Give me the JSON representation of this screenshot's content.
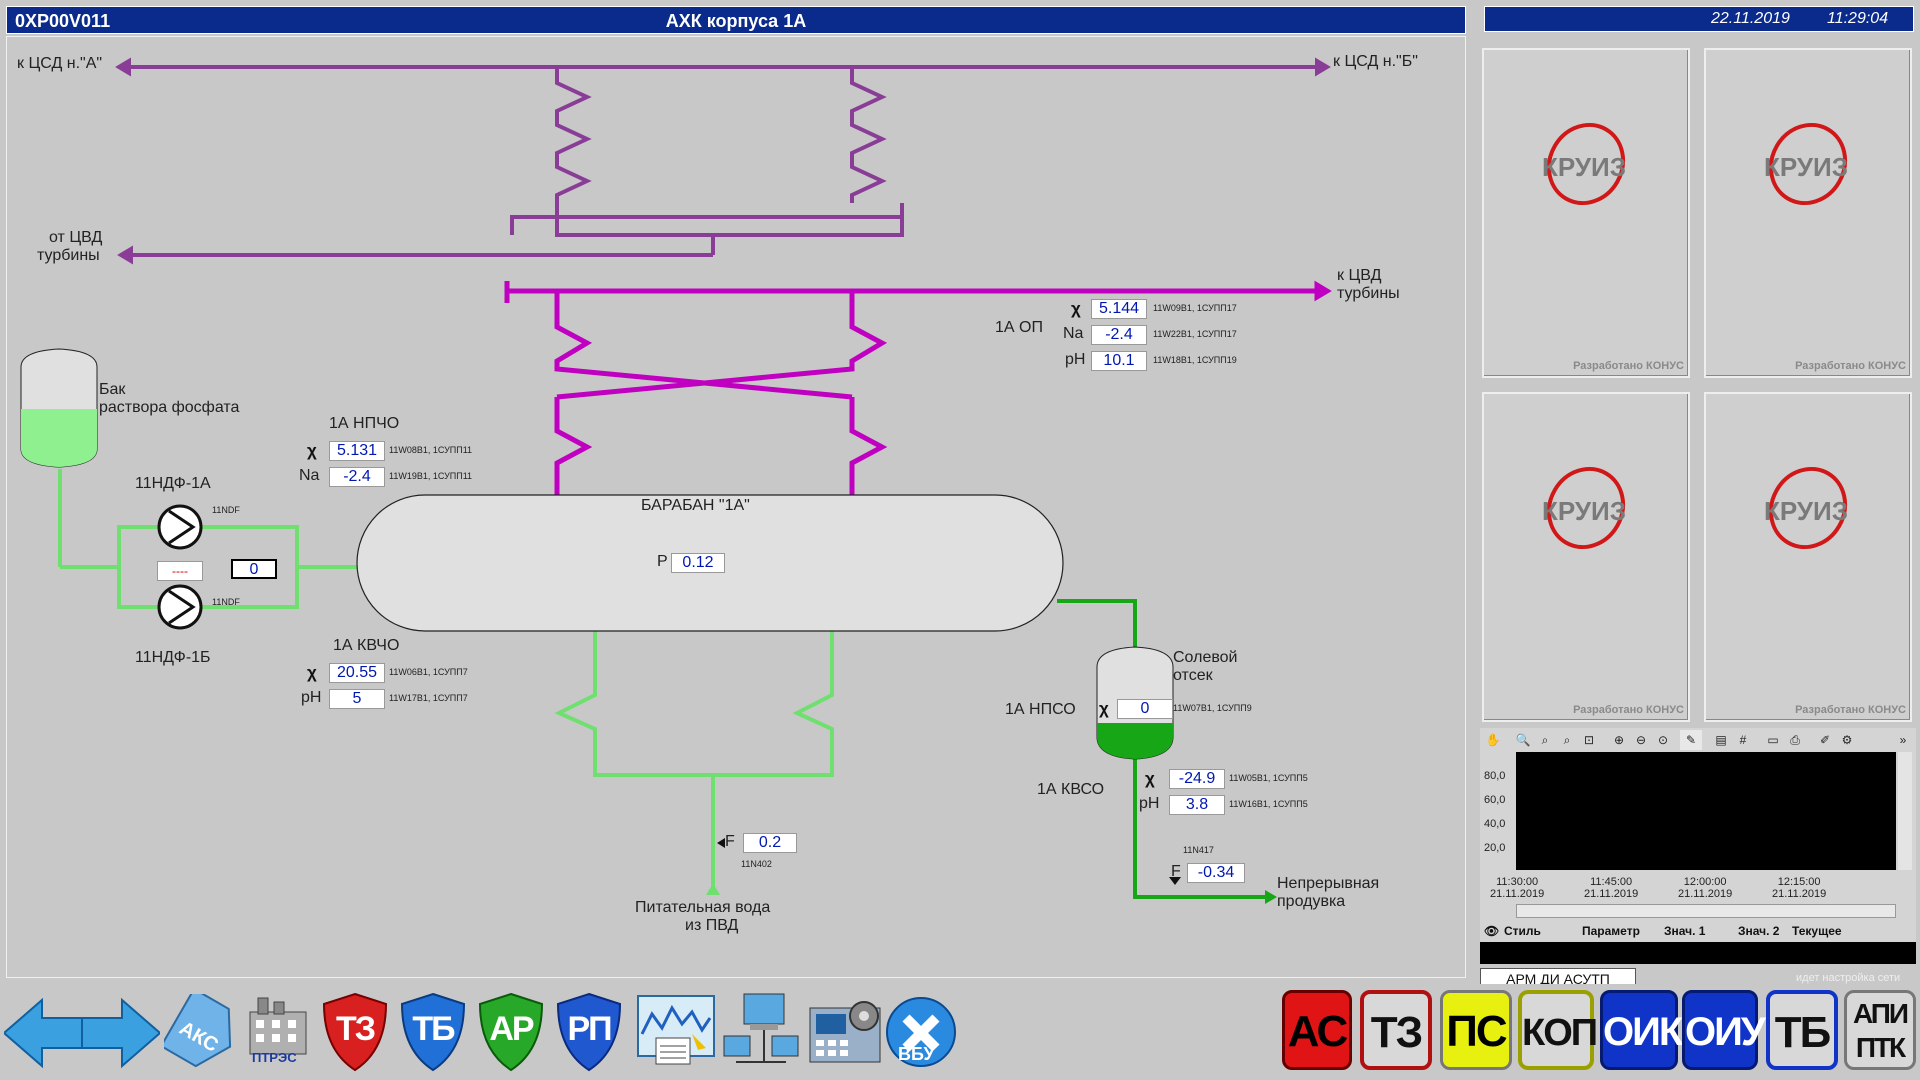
{
  "header": {
    "code": "0XP00V011",
    "title": "АХК корпуса 1А",
    "date": "22.11.2019",
    "time": "11:29:04"
  },
  "diagram": {
    "to_csd_a": "к ЦСД н.\"А\"",
    "to_csd_b": "к ЦСД н.\"Б\"",
    "from_cvd_l1": "от ЦВД",
    "from_cvd_l2": "турбины",
    "to_cvd_l1": "к ЦВД",
    "to_cvd_l2": "турбины",
    "tank_l1": "Бак",
    "tank_l2": "раствора фосфата",
    "pump_a": "11НДФ-1А",
    "pump_b": "11НДФ-1Б",
    "pump_tag_a": "11NDF",
    "pump_tag_b": "11NDF",
    "pump_status": "----",
    "pump_value": "0",
    "drum_title": "БАРАБАН \"1А\"",
    "drum_p_label": "P",
    "drum_p_value": "0.12",
    "feed_l1": "Питательная вода",
    "feed_l2": "из ПВД",
    "feed_f_label": "F",
    "feed_f_value": "0.2",
    "feed_tag": "11N402",
    "salt_l1": "Солевой",
    "salt_l2": "отсек",
    "blow_l1": "Непрерывная",
    "blow_l2": "продувка",
    "blow_f_label": "F",
    "blow_f_value": "-0.34",
    "blow_tag": "11N417"
  },
  "groups": {
    "op": {
      "name": "1А ОП",
      "rows": [
        {
          "sym": "χ",
          "value": "5.144",
          "tag": "11W09B1, 1СУПП17"
        },
        {
          "sym": "Na",
          "value": "-2.4",
          "tag": "11W22B1, 1СУПП17"
        },
        {
          "sym": "pH",
          "value": "10.1",
          "tag": "11W18B1, 1СУПП19"
        }
      ]
    },
    "npcho": {
      "name": "1А НПЧО",
      "rows": [
        {
          "sym": "χ",
          "value": "5.131",
          "tag": "11W08B1, 1СУПП11"
        },
        {
          "sym": "Na",
          "value": "-2.4",
          "tag": "11W19B1, 1СУПП11"
        }
      ]
    },
    "kvcho": {
      "name": "1А КВЧО",
      "rows": [
        {
          "sym": "χ",
          "value": "20.55",
          "tag": "11W06B1, 1СУПП7"
        },
        {
          "sym": "pH",
          "value": "5",
          "tag": "11W17B1, 1СУПП7"
        }
      ]
    },
    "npso": {
      "name": "1А НПСО",
      "rows": [
        {
          "sym": "χ",
          "value": "0",
          "tag": "11W07B1, 1СУПП9"
        }
      ]
    },
    "kvso": {
      "name": "1А КВСО",
      "rows": [
        {
          "sym": "χ",
          "value": "-24.9",
          "tag": "11W05B1, 1СУПП5"
        },
        {
          "sym": "pH",
          "value": "3.8",
          "tag": "11W16B1, 1СУПП5"
        }
      ]
    }
  },
  "tiles": {
    "logo_text": "КРУИЗ",
    "credit": "Разработано КОНУС"
  },
  "trend": {
    "y_ticks": [
      "80,0",
      "60,0",
      "40,0",
      "20,0"
    ],
    "x_ticks": [
      {
        "time": "11:30:00",
        "date": "21.11.2019"
      },
      {
        "time": "11:45:00",
        "date": "21.11.2019"
      },
      {
        "time": "12:00:00",
        "date": "21.11.2019"
      },
      {
        "time": "12:15:00",
        "date": "21.11.2019"
      }
    ],
    "columns": [
      "Стиль",
      "Параметр",
      "Знач. 1",
      "Знач. 2",
      "Текущее"
    ],
    "arm_label": "АРМ ДИ АСУТП",
    "net_status": "идет настройка сети"
  },
  "bottom": {
    "aks": "АКС",
    "ptrs": "ПТРЭС",
    "tz": "ТЗ",
    "tb": "ТБ",
    "ar": "АР",
    "rp": "РП",
    "vbu": "ВБУ",
    "right": {
      "as": "АС",
      "tz": "ТЗ",
      "ps": "ПС",
      "kop": "КОП",
      "oik": "ОИК",
      "oiu": "ОИУ",
      "tb": "ТБ",
      "api1": "АПИ",
      "api2": "ПТК"
    }
  },
  "colors": {
    "header_bg": "#0a2a8c",
    "purple_pipe": "#8a3d96",
    "magenta_pipe": "#c000c0",
    "green_pipe": "#6fe06f",
    "dark_green_pipe": "#16a616",
    "value_text": "#0018b0"
  }
}
